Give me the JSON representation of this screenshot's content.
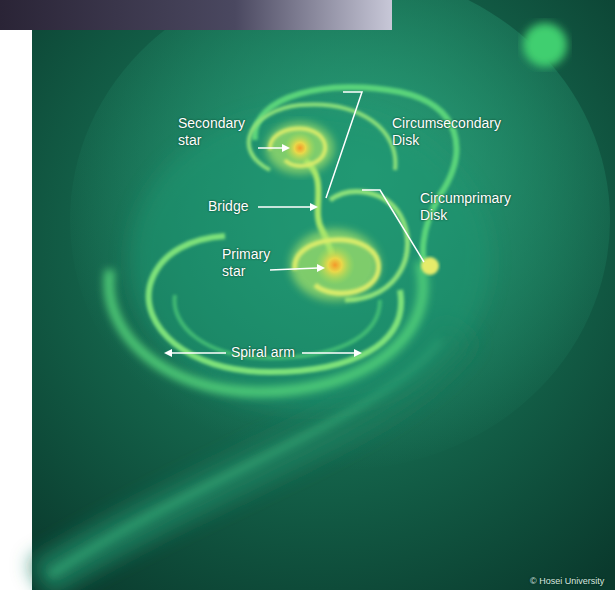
{
  "diagram": {
    "labels": [
      "Secondary star",
      "Circumsecondary Disk",
      "Bridge",
      "Circumprimary Disk",
      "Primary star",
      "Spiral arm",
      "© Hosei University"
    ]
  }
}
